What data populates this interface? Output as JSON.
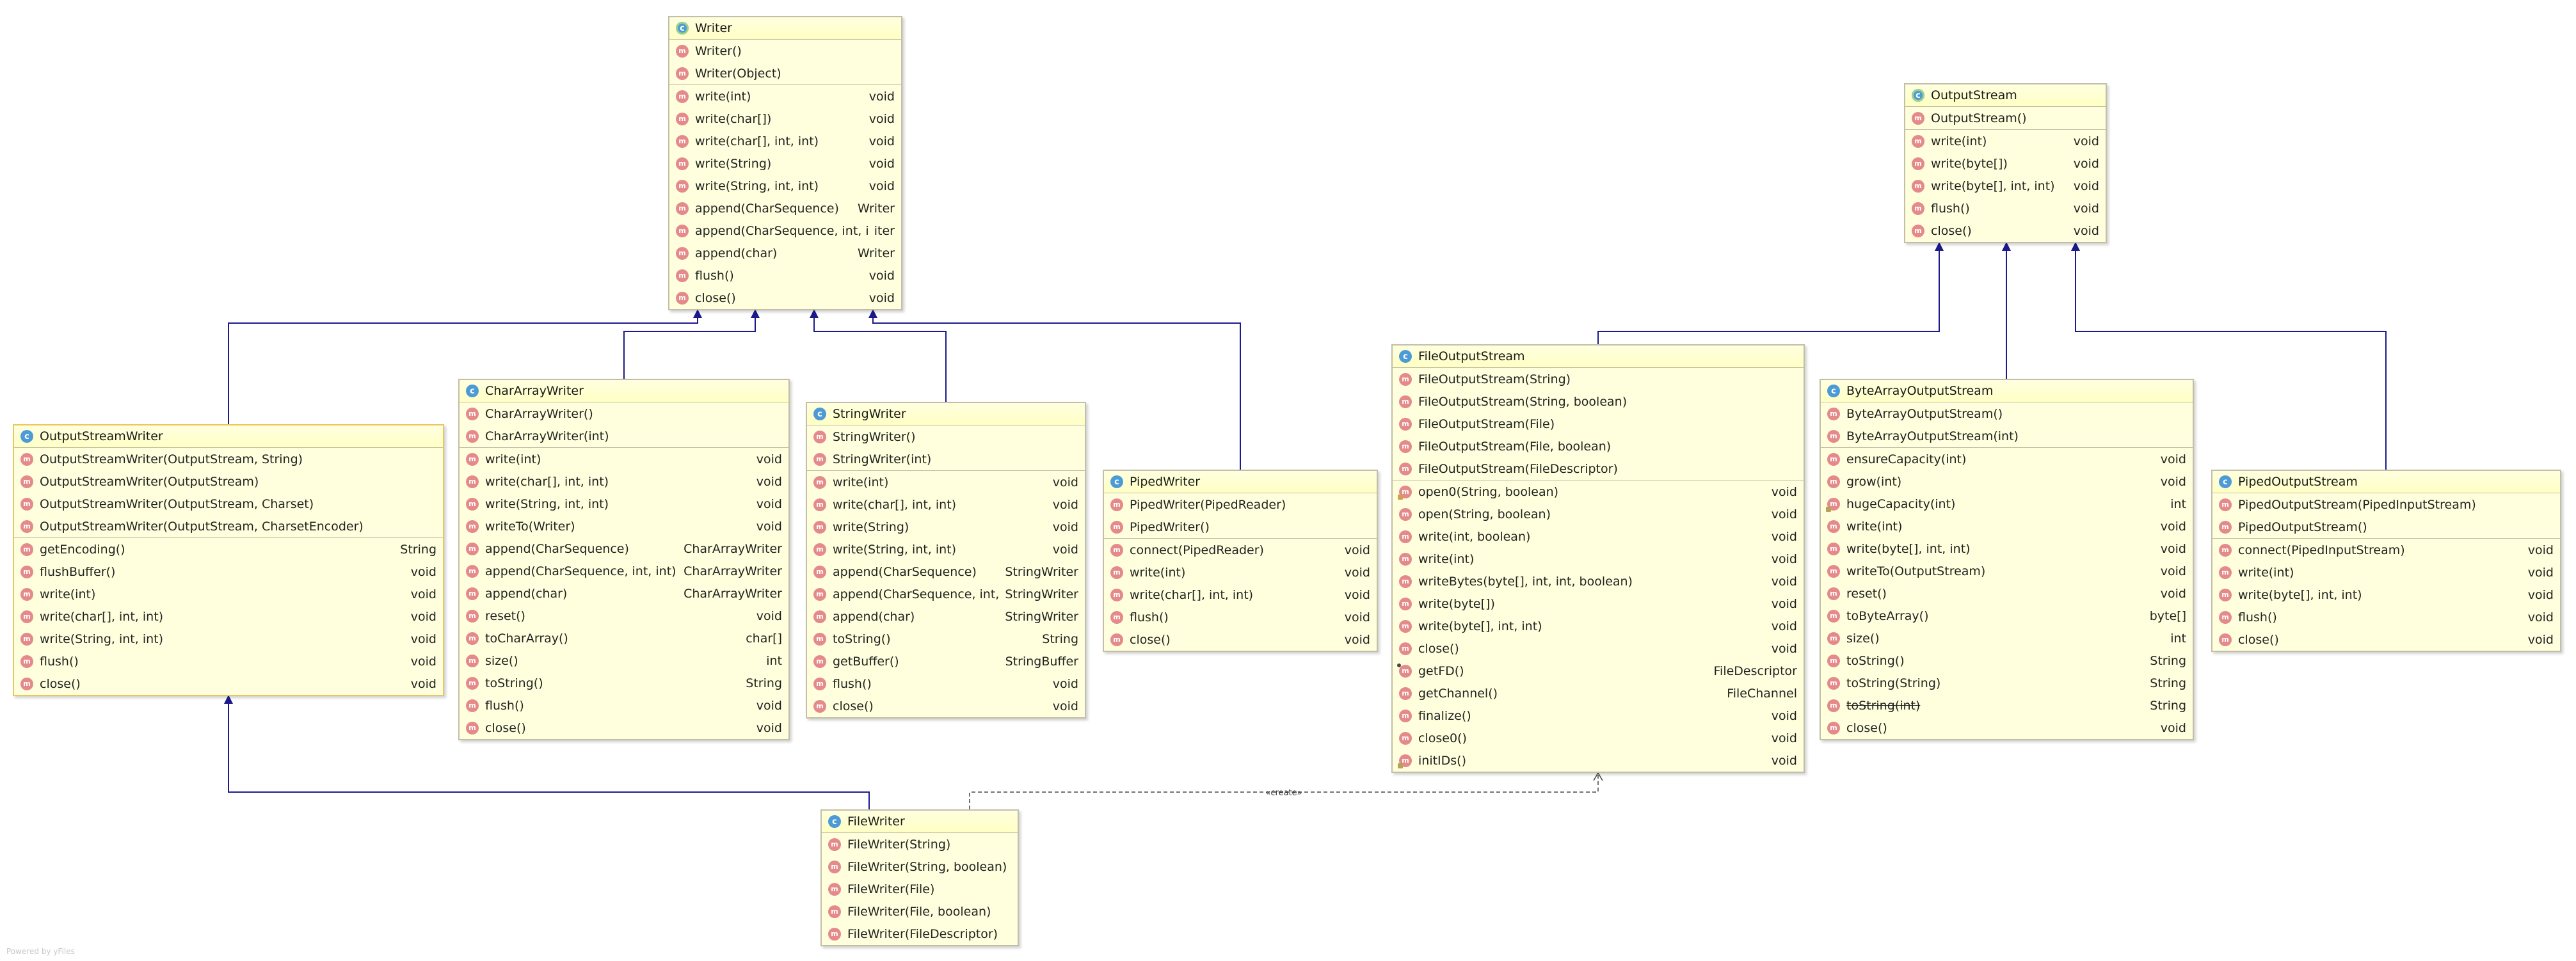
{
  "footer": "Powered by yFiles",
  "create_label": "«create»",
  "classes": [
    {
      "id": "writer",
      "name": "Writer",
      "kind": "abstract",
      "constructors": [
        "Writer()",
        "Writer(Object)"
      ],
      "methods": [
        [
          "write(int)",
          "void"
        ],
        [
          "write(char[])",
          "void"
        ],
        [
          "write(char[], int, int)",
          "void"
        ],
        [
          "write(String)",
          "void"
        ],
        [
          "write(String, int, int)",
          "void"
        ],
        [
          "append(CharSequence)",
          "Writer"
        ],
        [
          "append(CharSequence, int, int)",
          "iter"
        ],
        [
          "append(char)",
          "Writer"
        ],
        [
          "flush()",
          "void"
        ],
        [
          "close()",
          "void"
        ]
      ]
    },
    {
      "id": "outputstream",
      "name": "OutputStream",
      "kind": "abstract",
      "constructors": [
        "OutputStream()"
      ],
      "methods": [
        [
          "write(int)",
          "void"
        ],
        [
          "write(byte[])",
          "void"
        ],
        [
          "write(byte[], int, int)",
          "void"
        ],
        [
          "flush()",
          "void"
        ],
        [
          "close()",
          "void"
        ]
      ]
    },
    {
      "id": "osw",
      "name": "OutputStreamWriter",
      "kind": "class",
      "selected": true,
      "constructors": [
        "OutputStreamWriter(OutputStream, String)",
        "OutputStreamWriter(OutputStream)",
        "OutputStreamWriter(OutputStream, Charset)",
        "OutputStreamWriter(OutputStream, CharsetEncoder)"
      ],
      "methods": [
        [
          "getEncoding()",
          "String"
        ],
        [
          "flushBuffer()",
          "void"
        ],
        [
          "write(int)",
          "void"
        ],
        [
          "write(char[], int, int)",
          "void"
        ],
        [
          "write(String, int, int)",
          "void"
        ],
        [
          "flush()",
          "void"
        ],
        [
          "close()",
          "void"
        ]
      ]
    },
    {
      "id": "caw",
      "name": "CharArrayWriter",
      "kind": "class",
      "constructors": [
        "CharArrayWriter()",
        "CharArrayWriter(int)"
      ],
      "methods": [
        [
          "write(int)",
          "void"
        ],
        [
          "write(char[], int, int)",
          "void"
        ],
        [
          "write(String, int, int)",
          "void"
        ],
        [
          "writeTo(Writer)",
          "void"
        ],
        [
          "append(CharSequence)",
          "CharArrayWriter"
        ],
        [
          "append(CharSequence, int, int)",
          "CharArrayWriter"
        ],
        [
          "append(char)",
          "CharArrayWriter"
        ],
        [
          "reset()",
          "void"
        ],
        [
          "toCharArray()",
          "char[]"
        ],
        [
          "size()",
          "int"
        ],
        [
          "toString()",
          "String"
        ],
        [
          "flush()",
          "void"
        ],
        [
          "close()",
          "void"
        ]
      ]
    },
    {
      "id": "sw",
      "name": "StringWriter",
      "kind": "class",
      "constructors": [
        "StringWriter()",
        "StringWriter(int)"
      ],
      "methods": [
        [
          "write(int)",
          "void"
        ],
        [
          "write(char[], int, int)",
          "void"
        ],
        [
          "write(String)",
          "void"
        ],
        [
          "write(String, int, int)",
          "void"
        ],
        [
          "append(CharSequence)",
          "StringWriter"
        ],
        [
          "append(CharSequence, int, int)",
          "StringWriter"
        ],
        [
          "append(char)",
          "StringWriter"
        ],
        [
          "toString()",
          "String"
        ],
        [
          "getBuffer()",
          "StringBuffer"
        ],
        [
          "flush()",
          "void"
        ],
        [
          "close()",
          "void"
        ]
      ]
    },
    {
      "id": "pw",
      "name": "PipedWriter",
      "kind": "class",
      "constructors": [
        "PipedWriter(PipedReader)",
        "PipedWriter()"
      ],
      "methods": [
        [
          "connect(PipedReader)",
          "void"
        ],
        [
          "write(int)",
          "void"
        ],
        [
          "write(char[], int, int)",
          "void"
        ],
        [
          "flush()",
          "void"
        ],
        [
          "close()",
          "void"
        ]
      ]
    },
    {
      "id": "fos",
      "name": "FileOutputStream",
      "kind": "class",
      "constructors": [
        "FileOutputStream(String)",
        "FileOutputStream(String, boolean)",
        "FileOutputStream(File)",
        "FileOutputStream(File, boolean)",
        "FileOutputStream(FileDescriptor)"
      ],
      "methods": [
        [
          "open0(String, boolean)",
          "void",
          "priv"
        ],
        [
          "open(String, boolean)",
          "void"
        ],
        [
          "write(int, boolean)",
          "void"
        ],
        [
          "write(int)",
          "void"
        ],
        [
          "writeBytes(byte[], int, int, boolean)",
          "void"
        ],
        [
          "write(byte[])",
          "void"
        ],
        [
          "write(byte[], int, int)",
          "void"
        ],
        [
          "close()",
          "void"
        ],
        [
          "getFD()",
          "FileDescriptor",
          "pkg"
        ],
        [
          "getChannel()",
          "FileChannel"
        ],
        [
          "finalize()",
          "void"
        ],
        [
          "close0()",
          "void"
        ],
        [
          "initIDs()",
          "void",
          "prot"
        ]
      ]
    },
    {
      "id": "baos",
      "name": "ByteArrayOutputStream",
      "kind": "class",
      "constructors": [
        "ByteArrayOutputStream()",
        "ByteArrayOutputStream(int)"
      ],
      "methods": [
        [
          "ensureCapacity(int)",
          "void"
        ],
        [
          "grow(int)",
          "void"
        ],
        [
          "hugeCapacity(int)",
          "int",
          "prot"
        ],
        [
          "write(int)",
          "void"
        ],
        [
          "write(byte[], int, int)",
          "void"
        ],
        [
          "writeTo(OutputStream)",
          "void"
        ],
        [
          "reset()",
          "void"
        ],
        [
          "toByteArray()",
          "byte[]"
        ],
        [
          "size()",
          "int"
        ],
        [
          "toString()",
          "String"
        ],
        [
          "toString(String)",
          "String"
        ],
        [
          "toString(int)",
          "String",
          "strike"
        ],
        [
          "close()",
          "void"
        ]
      ]
    },
    {
      "id": "pos",
      "name": "PipedOutputStream",
      "kind": "class",
      "constructors": [
        "PipedOutputStream(PipedInputStream)",
        "PipedOutputStream()"
      ],
      "methods": [
        [
          "connect(PipedInputStream)",
          "void"
        ],
        [
          "write(int)",
          "void"
        ],
        [
          "write(byte[], int, int)",
          "void"
        ],
        [
          "flush()",
          "void"
        ],
        [
          "close()",
          "void"
        ]
      ]
    },
    {
      "id": "fw",
      "name": "FileWriter",
      "kind": "class",
      "constructors": [
        "FileWriter(String)",
        "FileWriter(String, boolean)",
        "FileWriter(File)",
        "FileWriter(File, boolean)",
        "FileWriter(FileDescriptor)"
      ],
      "methods": []
    }
  ],
  "relations": [
    {
      "from": "osw",
      "to": "writer",
      "type": "extends"
    },
    {
      "from": "caw",
      "to": "writer",
      "type": "extends"
    },
    {
      "from": "sw",
      "to": "writer",
      "type": "extends"
    },
    {
      "from": "pw",
      "to": "writer",
      "type": "extends"
    },
    {
      "from": "fos",
      "to": "outputstream",
      "type": "extends"
    },
    {
      "from": "baos",
      "to": "outputstream",
      "type": "extends"
    },
    {
      "from": "pos",
      "to": "outputstream",
      "type": "extends"
    },
    {
      "from": "fw",
      "to": "osw",
      "type": "extends"
    },
    {
      "from": "fw",
      "to": "fos",
      "type": "create"
    }
  ]
}
